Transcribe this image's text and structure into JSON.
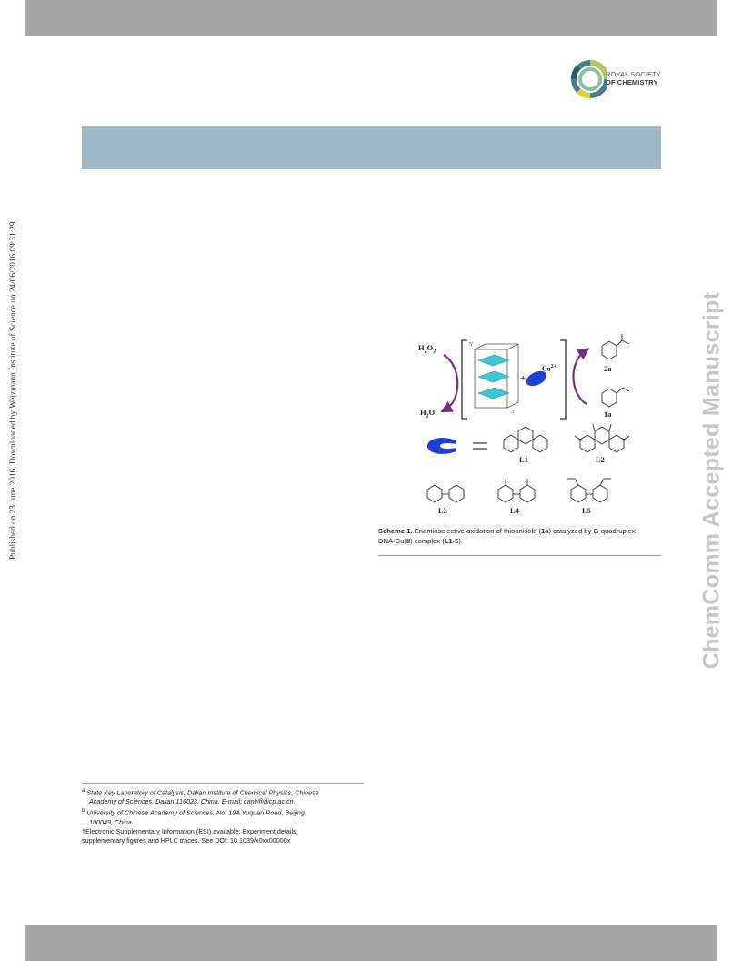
{
  "side_stamp": "Published on 23 June 2016. Downloaded by Weizmann Institute of Science on 24/06/2016 09:31:29.",
  "watermark": "ChemComm Accepted Manuscript",
  "logo": {
    "line1": "ROYAL SOCIETY",
    "line2": "OF CHEMISTRY"
  },
  "scheme": {
    "h2o2_label": "H2O2",
    "h2o_label": "H2O",
    "five_prime": "5'",
    "three_prime": "3'",
    "plus": "+",
    "cu_label": "Cu2+",
    "product_2a": "2a",
    "product_1a": "1a",
    "ligand_labels": [
      "L1",
      "L2",
      "L3",
      "L4",
      "L5"
    ],
    "equals": "="
  },
  "caption": {
    "label": "Scheme 1.",
    "text_a": " Enantioselective oxidation of thioanisole (",
    "bold_1a": "1a",
    "text_b": ") catalyzed by G-quadruplex DNA•Cu(",
    "bold_II": "II",
    "text_c": ") complex (",
    "bold_L": "L1-5",
    "text_d": ")."
  },
  "footnotes": {
    "a_mark": "a",
    "a_line1": "State Key Laboratory of Catalysis, Dalian Institute of Chemical Physics, Chinese",
    "a_line2": "Academy of Sciences, Dalian 116023, China. E-mail: canli@dicp.ac.cn.",
    "b_mark": "b",
    "b_line1": "University of Chinese Academy of Sciences, No. 19A Yuquan Road, Beijing,",
    "b_line2": "100049, China.",
    "esi_line1": "†Electronic Supplementary Information (ESI) available: Experiment details,",
    "esi_line2": "supplementary figures and HPLC traces. See DOI: 10.1039/x0xx00000x"
  },
  "colors": {
    "top_bar": "#a6a6a6",
    "title_band": "#9fbac6",
    "watermark": "#c6c6c6",
    "quadruplex": "#3ec6d4",
    "arrow": "#7a2e86",
    "cu_complex": "#1f3fd6"
  }
}
